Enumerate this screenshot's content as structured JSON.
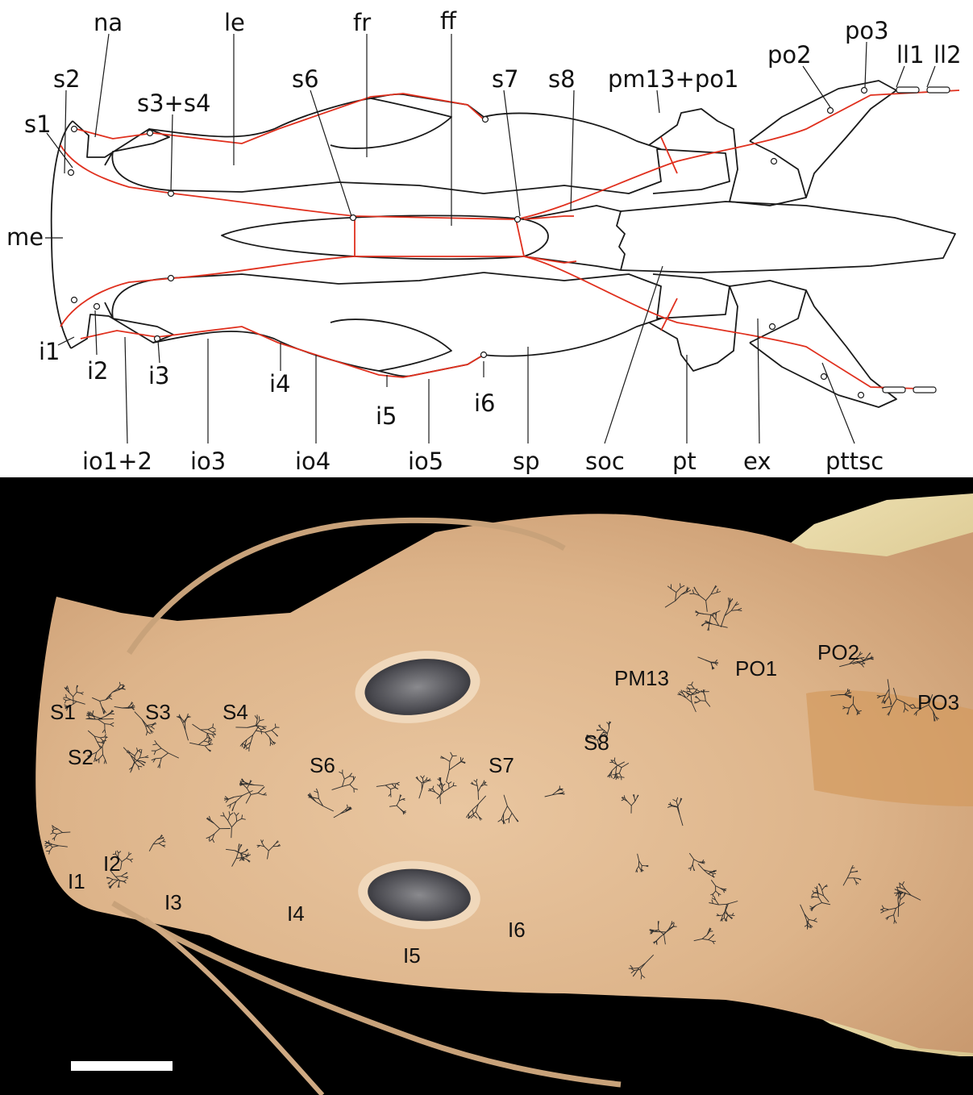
{
  "drawing": {
    "background": "#ffffff",
    "outline_color": "#1a1a1a",
    "canal_color": "#e0301e",
    "labels": {
      "na": "na",
      "le": "le",
      "fr": "fr",
      "ff": "ff",
      "s1": "s1",
      "s2": "s2",
      "s3s4": "s3+s4",
      "s6": "s6",
      "s7": "s7",
      "s8": "s8",
      "pm13po1": "pm13+po1",
      "po2": "po2",
      "po3": "po3",
      "ll1": "ll1",
      "ll2": "ll2",
      "me": "me",
      "i1": "i1",
      "i2": "i2",
      "i3": "i3",
      "i4": "i4",
      "i5": "i5",
      "i6": "i6",
      "io12": "io1+2",
      "io3": "io3",
      "io4": "io4",
      "io5": "io5",
      "sp": "sp",
      "soc": "soc",
      "pt": "pt",
      "ex": "ex",
      "pttsc": "pttsc"
    }
  },
  "photo": {
    "background": "#000000",
    "skin_color": "#e2bb92",
    "labels": {
      "S1": "S1",
      "S2": "S2",
      "S3": "S3",
      "S4": "S4",
      "S6": "S6",
      "S7": "S7",
      "S8": "S8",
      "PM13": "PM13",
      "PO1": "PO1",
      "PO2": "PO2",
      "PO3": "PO3",
      "I1": "I1",
      "I2": "I2",
      "I3": "I3",
      "I4": "I4",
      "I5": "I5",
      "I6": "I6"
    },
    "scale_bar_color": "#ffffff"
  }
}
